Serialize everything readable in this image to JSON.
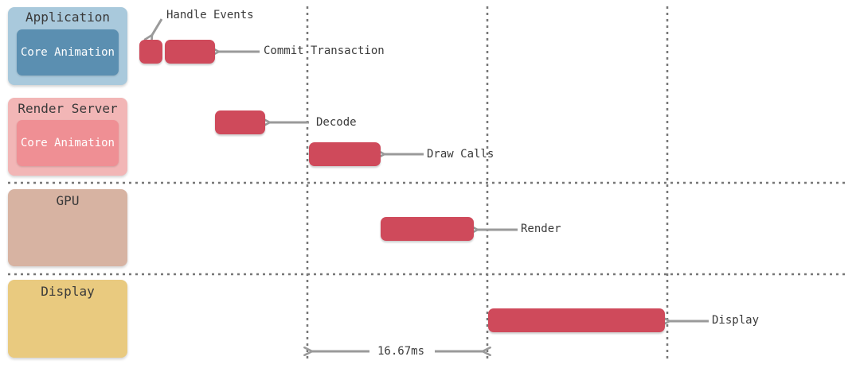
{
  "lanes": {
    "application": {
      "title": "Application",
      "inner": "Core Animation"
    },
    "render_server": {
      "title": "Render Server",
      "inner": "Core Animation"
    },
    "gpu": {
      "title": "GPU"
    },
    "display": {
      "title": "Display"
    }
  },
  "labels": {
    "handle_events": "Handle Events",
    "commit_transaction": "Commit Transaction",
    "decode": "Decode",
    "draw_calls": "Draw Calls",
    "render": "Render",
    "display": "Display",
    "frame_interval": "16.67ms"
  },
  "colors": {
    "application_lane": "#a9c9dc",
    "application_inner": "#5b8fb1",
    "render_server_lane": "#f2b6b6",
    "render_server_inner": "#ef8f94",
    "gpu_lane": "#d7b3a2",
    "display_lane": "#e9ca7f",
    "block": "#cf4a5b",
    "arrow": "#9a9a9a",
    "grid": "#777777"
  }
}
